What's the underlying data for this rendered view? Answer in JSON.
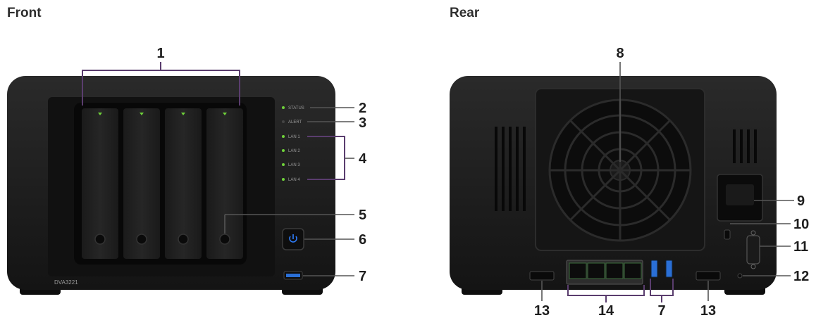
{
  "front": {
    "heading": "Front",
    "model": "DVA3221",
    "leds": [
      "STATUS",
      "ALERT",
      "LAN 1",
      "LAN 2",
      "LAN 3",
      "LAN 4"
    ],
    "callouts": [
      "1",
      "2",
      "3",
      "4",
      "5",
      "6",
      "7"
    ]
  },
  "rear": {
    "heading": "Rear",
    "callouts": [
      "8",
      "9",
      "10",
      "11",
      "12",
      "13",
      "14",
      "7",
      "13"
    ]
  },
  "colors": {
    "device_body": "#1c1c1c",
    "led_green": "#6fd23a",
    "power_blue": "#2f7fff",
    "usb_blue": "#2a6fd6",
    "bracket": "#5a3d6e"
  }
}
